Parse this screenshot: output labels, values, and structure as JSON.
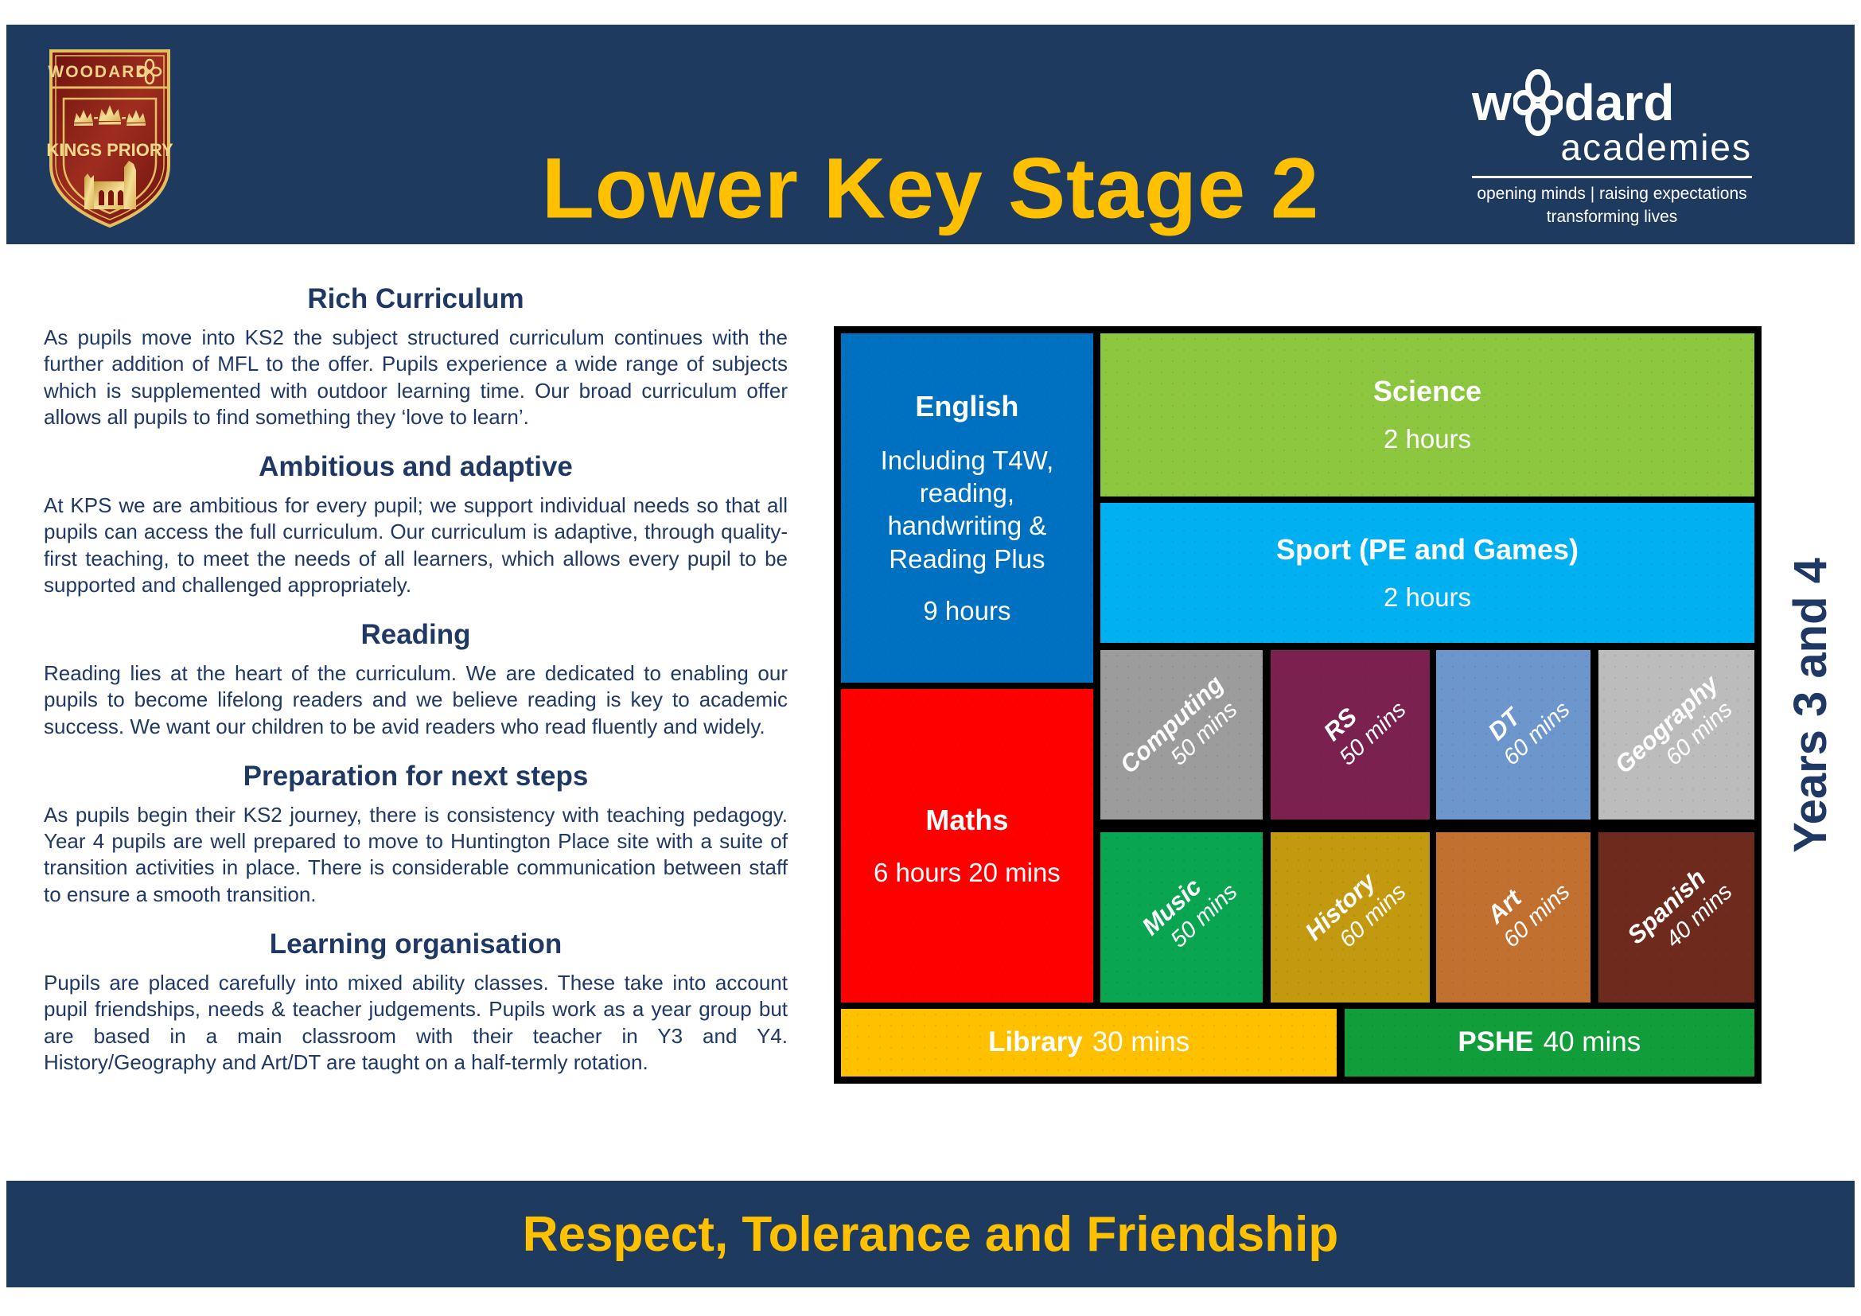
{
  "colors": {
    "band_navy": "#1E3A5F",
    "text_navy": "#1F3864",
    "accent_yellow": "#FFC000",
    "english_blue": "#0070C0",
    "science_green": "#8DC63F",
    "sport_cyan": "#00B0F0",
    "maths_red": "#FF0000",
    "computing_grey": "#9C9C9C",
    "rs_plum": "#7B2150",
    "dt_steel_blue": "#6D96CC",
    "geography_silver": "#BCBCBC",
    "music_green": "#0AA551",
    "history_gold": "#C3990F",
    "art_copper": "#C1702F",
    "spanish_brown": "#6E2B1D",
    "library_yellow": "#FFC000",
    "pshe_green": "#119E3A",
    "crest_red": "#8A1A14",
    "crest_gold": "#E3BE62"
  },
  "header": {
    "title": "Lower Key Stage 2",
    "crest": {
      "org": "WOODARD",
      "school": "KINGS PRIORY"
    },
    "brand": {
      "name_pre": "w",
      "name_post": "dard",
      "sub": "academies",
      "tagline1": "opening minds | raising expectations",
      "tagline2": "transforming lives"
    }
  },
  "years_label": "Years 3 and 4",
  "sections": [
    {
      "heading": "Rich Curriculum",
      "body": "As pupils move into KS2 the subject structured curriculum continues with the further addition of MFL to the offer. Pupils experience a wide range of subjects which is supplemented with outdoor learning time.  Our broad curriculum offer allows all pupils to find something they ‘love to learn’."
    },
    {
      "heading": "Ambitious and adaptive",
      "body": "At KPS we are ambitious for every pupil; we support individual needs so that all pupils can access the full curriculum.  Our curriculum is adaptive, through quality-first teaching, to meet the needs of all learners, which allows every pupil to be supported and challenged appropriately."
    },
    {
      "heading": "Reading",
      "body": "Reading lies at the heart of the curriculum. We are dedicated to enabling our pupils to become lifelong readers and we believe reading is key to academic success. We want our children to be avid readers who read fluently and widely."
    },
    {
      "heading": "Preparation for next steps",
      "body": "As pupils begin their KS2 journey, there is consistency with teaching pedagogy. Year 4 pupils are well prepared to move to Huntington Place site with a suite of transition activities in place. There is considerable communication between staff to ensure a smooth transition."
    },
    {
      "heading": "Learning organisation",
      "body": "Pupils are placed carefully into mixed ability classes. These take into account pupil friendships, needs & teacher judgements. Pupils work as a year group but are based in a main classroom with their teacher in Y3 and Y4. History/Geography and Art/DT are taught on a half-termly rotation."
    }
  ],
  "timetable": {
    "english": {
      "name": "English",
      "detail": "Including T4W, reading, handwriting & Reading Plus",
      "time": "9 hours"
    },
    "science": {
      "name": "Science",
      "time": "2 hours"
    },
    "sport": {
      "name": "Sport (PE and Games)",
      "time": "2 hours"
    },
    "computing": {
      "name": "Computing",
      "time": "50 mins"
    },
    "rs": {
      "name": "RS",
      "time": "50 mins"
    },
    "dt": {
      "name": "DT",
      "time": "60 mins"
    },
    "geography": {
      "name": "Geography",
      "time": "60 mins"
    },
    "maths": {
      "name": "Maths",
      "time": "6 hours 20 mins"
    },
    "music": {
      "name": "Music",
      "time": "50 mins"
    },
    "history": {
      "name": "History",
      "time": "60 mins"
    },
    "art": {
      "name": "Art",
      "time": "60 mins"
    },
    "spanish": {
      "name": "Spanish",
      "time": "40 mins"
    },
    "library": {
      "name": "Library",
      "time": "30 mins"
    },
    "pshe": {
      "name": "PSHE",
      "time": "40 mins"
    }
  },
  "footer": {
    "motto": "Respect, Tolerance and Friendship"
  }
}
